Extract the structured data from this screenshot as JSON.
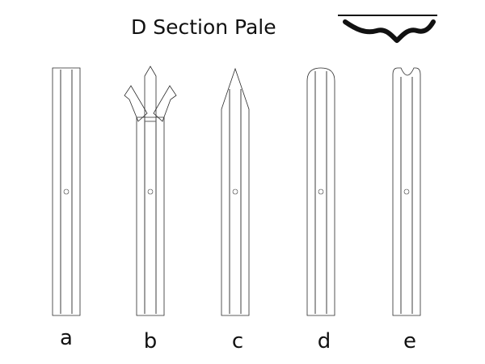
{
  "title": "D Section Pale",
  "colors": {
    "metal_dark": "#6e6e6e",
    "metal_mid": "#9a9a9a",
    "metal_light": "#c9c9c9",
    "outline": "#2a2a2a",
    "text": "#111111"
  },
  "pales": [
    {
      "label": "a",
      "top": "flat"
    },
    {
      "label": "b",
      "top": "triple-point"
    },
    {
      "label": "c",
      "top": "single-point"
    },
    {
      "label": "d",
      "top": "round"
    },
    {
      "label": "e",
      "top": "notched-round"
    }
  ],
  "profile_icon": "d-section-profile-icon"
}
